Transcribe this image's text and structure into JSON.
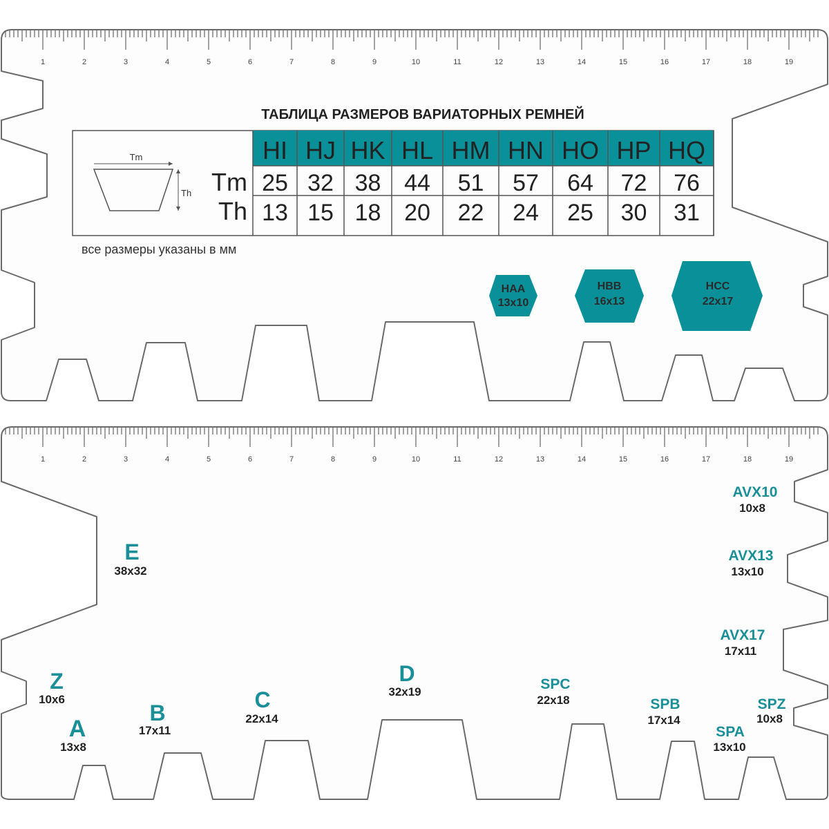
{
  "colors": {
    "accent": "#0a9099",
    "outline": "#6a6a6a",
    "text": "#222222"
  },
  "ruler": {
    "labels": [
      "1",
      "2",
      "3",
      "4",
      "5",
      "6",
      "7",
      "8",
      "9",
      "10",
      "11",
      "12",
      "13",
      "14",
      "15",
      "16",
      "17",
      "18",
      "19"
    ]
  },
  "top_panel": {
    "title": "ТАБЛИЦА РАЗМЕРОВ ВАРИАТОРНЫХ РЕМНЕЙ",
    "diagram": {
      "tm_label": "Tm",
      "th_label": "Th"
    },
    "table": {
      "row_labels": [
        "Tm",
        "Th"
      ],
      "columns": [
        {
          "name": "HI",
          "tm": "25",
          "th": "13"
        },
        {
          "name": "HJ",
          "tm": "32",
          "th": "15"
        },
        {
          "name": "HK",
          "tm": "38",
          "th": "18"
        },
        {
          "name": "HL",
          "tm": "44",
          "th": "20"
        },
        {
          "name": "HM",
          "tm": "51",
          "th": "22"
        },
        {
          "name": "HN",
          "tm": "57",
          "th": "24"
        },
        {
          "name": "HO",
          "tm": "64",
          "th": "25"
        },
        {
          "name": "HP",
          "tm": "72",
          "th": "30"
        },
        {
          "name": "HQ",
          "tm": "76",
          "th": "31"
        }
      ]
    },
    "note": "все размеры указаны в мм",
    "hexagons": [
      {
        "name": "HAA",
        "size": "13x10"
      },
      {
        "name": "HBB",
        "size": "16x13"
      },
      {
        "name": "HCC",
        "size": "22x17"
      }
    ]
  },
  "bottom_panel": {
    "belts": [
      {
        "name": "E",
        "size": "38x32"
      },
      {
        "name": "Z",
        "size": "10x6"
      },
      {
        "name": "A",
        "size": "13x8"
      },
      {
        "name": "B",
        "size": "17x11"
      },
      {
        "name": "C",
        "size": "22x14"
      },
      {
        "name": "D",
        "size": "32x19"
      },
      {
        "name": "SPC",
        "size": "22x18"
      },
      {
        "name": "SPB",
        "size": "17x14"
      },
      {
        "name": "SPA",
        "size": "13x10"
      },
      {
        "name": "SPZ",
        "size": "10x8"
      },
      {
        "name": "AVX10",
        "size": "10x8"
      },
      {
        "name": "AVX13",
        "size": "13x10"
      },
      {
        "name": "AVX17",
        "size": "17x11"
      }
    ]
  }
}
